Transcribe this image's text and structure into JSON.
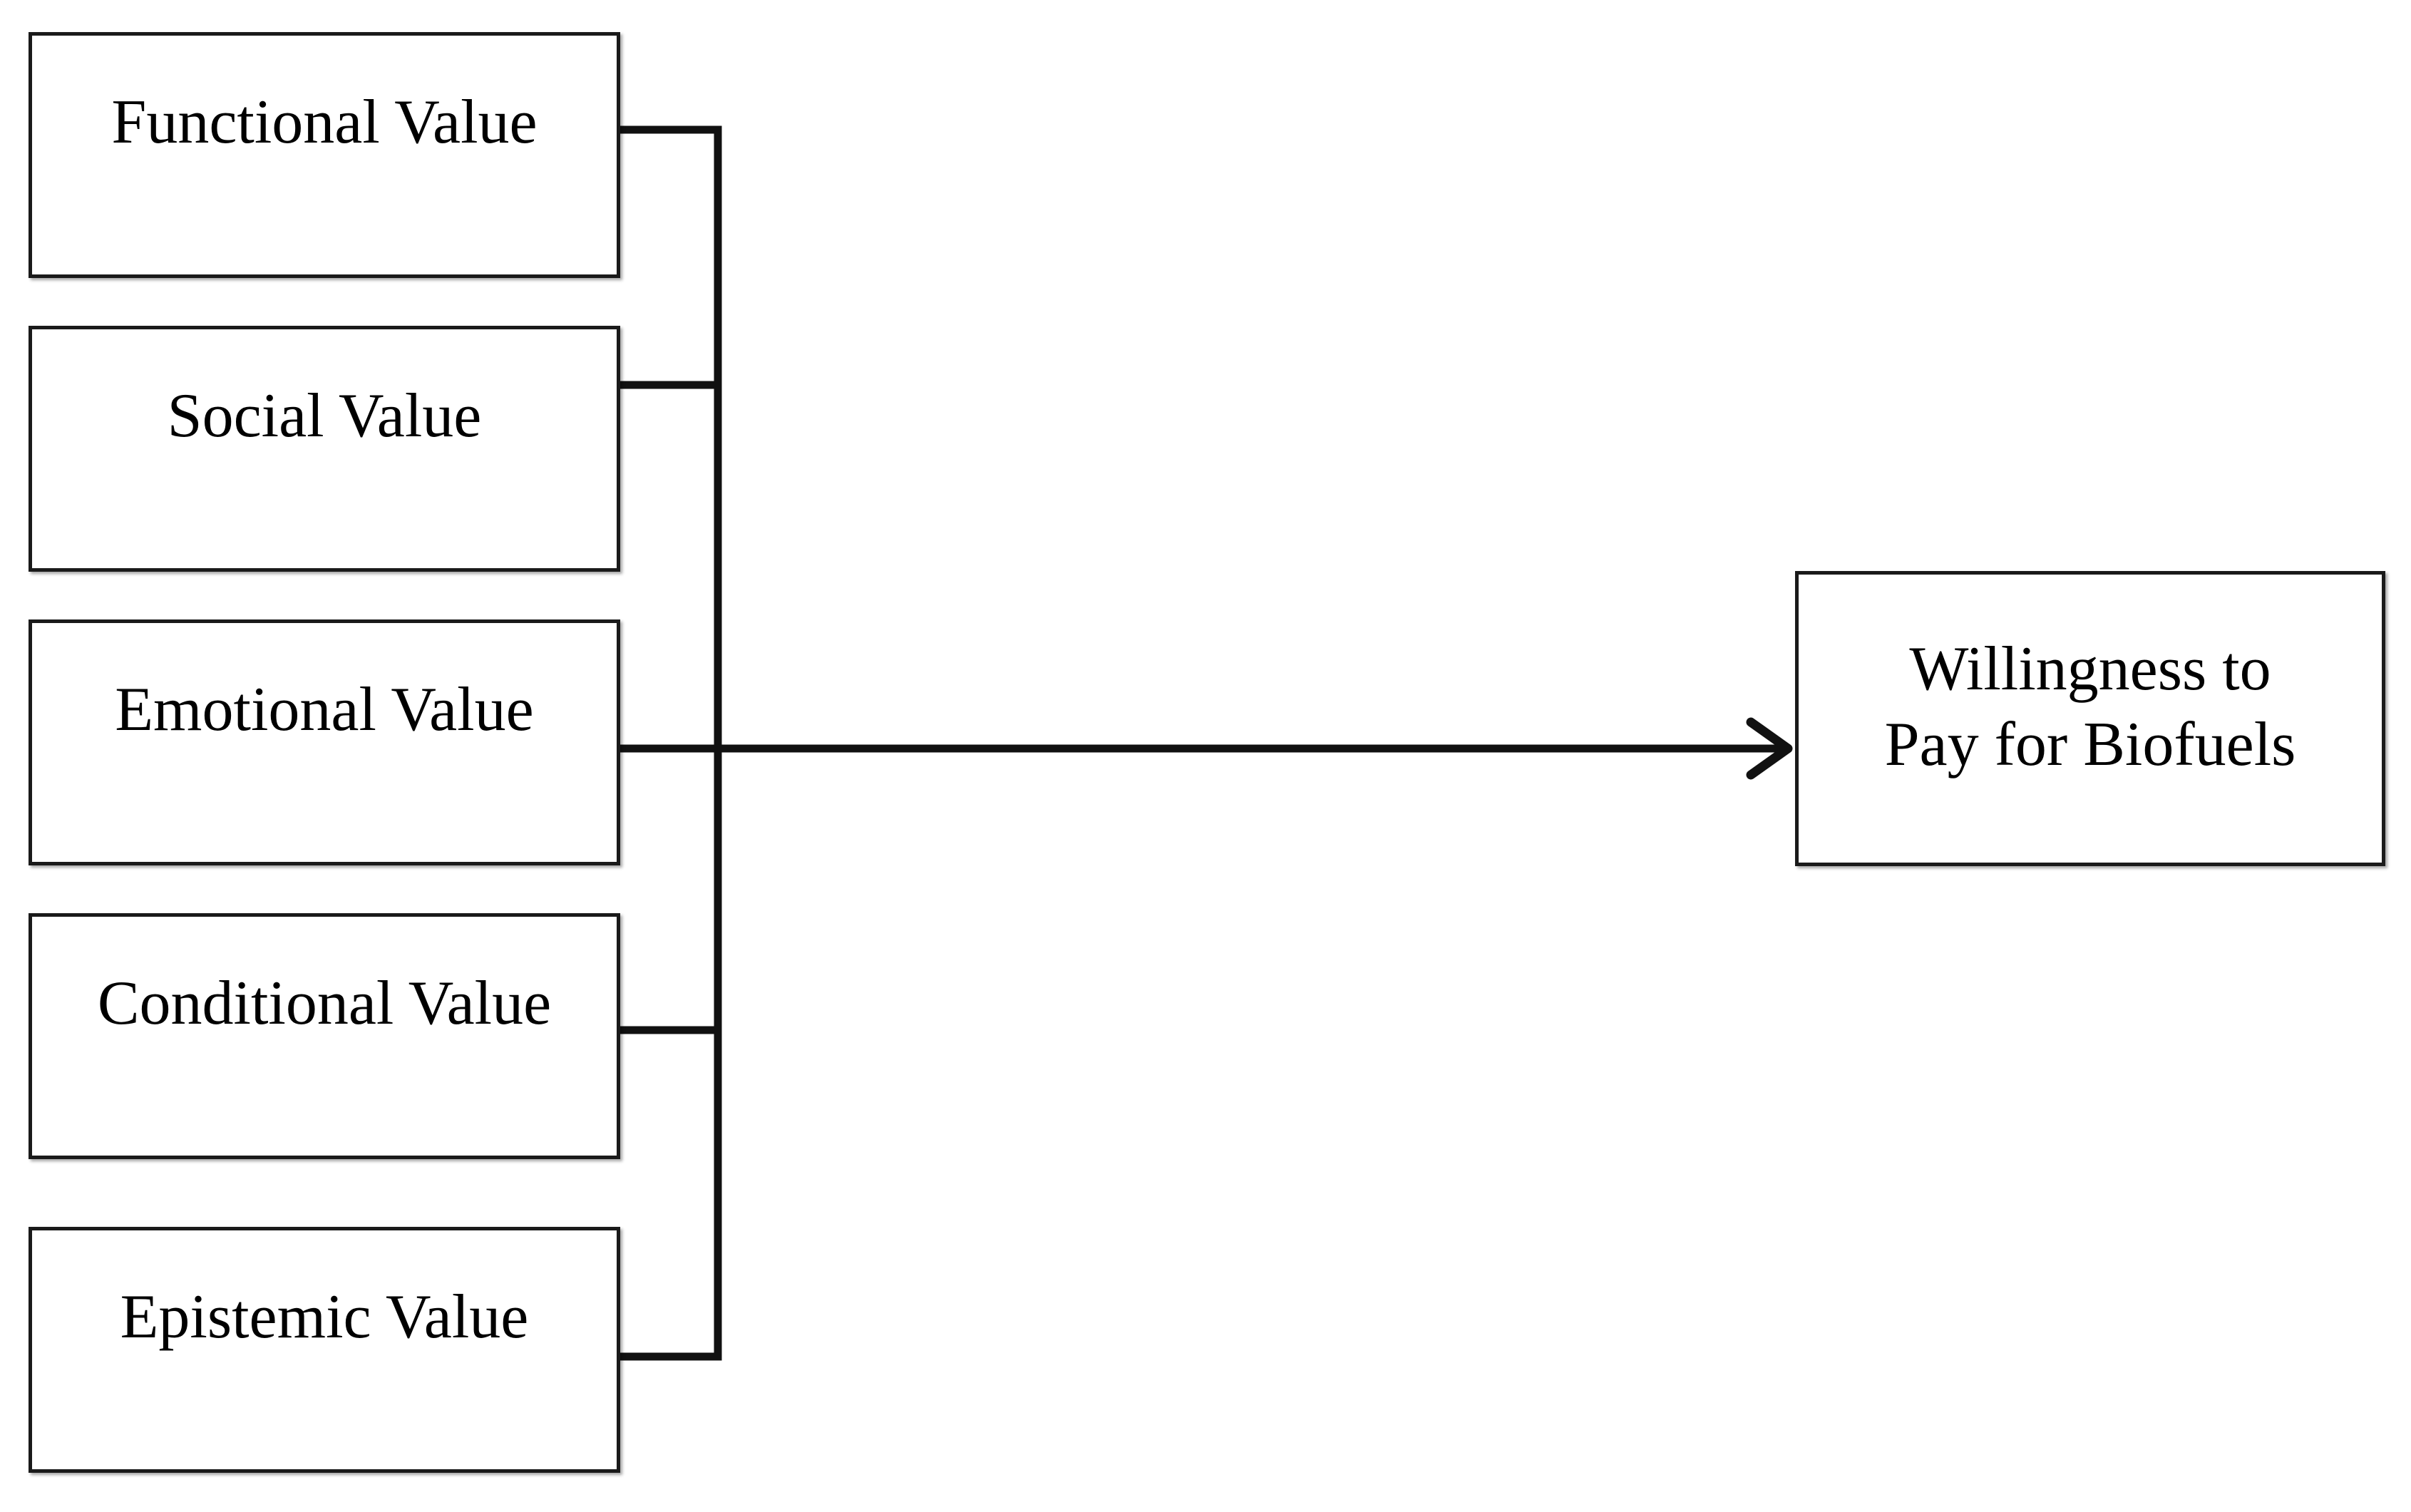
{
  "diagram": {
    "inputs": [
      {
        "id": "functional",
        "label": "Functional Value"
      },
      {
        "id": "social",
        "label": "Social Value"
      },
      {
        "id": "emotional",
        "label": "Emotional Value"
      },
      {
        "id": "conditional",
        "label": "Conditional Value"
      },
      {
        "id": "epistemic",
        "label": "Epistemic Value"
      }
    ],
    "outcome": {
      "label_lines": [
        "Willingness to",
        "Pay for Biofuels"
      ]
    },
    "edges": [
      {
        "from": "functional",
        "to": "outcome"
      },
      {
        "from": "social",
        "to": "outcome"
      },
      {
        "from": "emotional",
        "to": "outcome"
      },
      {
        "from": "conditional",
        "to": "outcome"
      },
      {
        "from": "epistemic",
        "to": "outcome"
      }
    ],
    "colors": {
      "line": "#111111",
      "box_border": "#1a1a1a",
      "text": "#000000",
      "background": "#ffffff"
    }
  }
}
